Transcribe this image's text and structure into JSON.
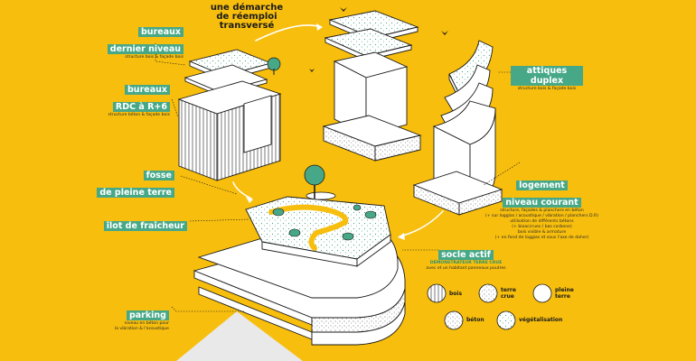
{
  "top_text": {
    "line1": "une démarche",
    "line2": "de réemploi",
    "line3": "transversé"
  },
  "labels": {
    "bureaux_dernier": {
      "line1": "bureaux",
      "line2": "dernier niveau",
      "sub": "structure bois & façade bois"
    },
    "bureaux_rdc": {
      "line1": "bureaux",
      "line2": "RDC à R+6",
      "sub": "structure béton & façade bois"
    },
    "fosse": {
      "line1": "fosse",
      "line2": "de pleine terre"
    },
    "ilot": {
      "line1": "îlot de fraîcheur"
    },
    "parking": {
      "line1": "parking",
      "sub1": "niveau en béton pour",
      "sub2": "la vibration & l'acoustique"
    },
    "attiques": {
      "line1": "attiques duplex",
      "sub": "structure bois & façade bois"
    },
    "logement": {
      "line1": "logement",
      "line2": "niveau courant",
      "sub1": "structure, façades & planchers en béton",
      "sub2": "(+ sur loggias / acoustique / vibration / planchers D.R)",
      "sub3": "utilisation de différents bétons",
      "sub4": "(+ bioaccrues / bas carbone)",
      "sub5": "bois visible & armature",
      "sub6": "(+ en fond de loggias et sous l'axe de doher)"
    },
    "socle": {
      "line1": "socle actif",
      "sub1": "DÉMONSTRATEUR TERRE CRUE",
      "sub2": "avec et un habitant panneaux poutres"
    }
  },
  "legend": {
    "bois": "bois",
    "terre_crue_1": "terre",
    "terre_crue_2": "crue",
    "pleine_terre_1": "pleine",
    "pleine_terre_2": "terre",
    "beton": "béton",
    "vegetalisation": "végétalisation"
  },
  "colors": {
    "background": "#f7be0d",
    "tag": "#47a888",
    "line": "#1a1a1a",
    "paper": "#ffffff",
    "tree": "#47a888"
  }
}
